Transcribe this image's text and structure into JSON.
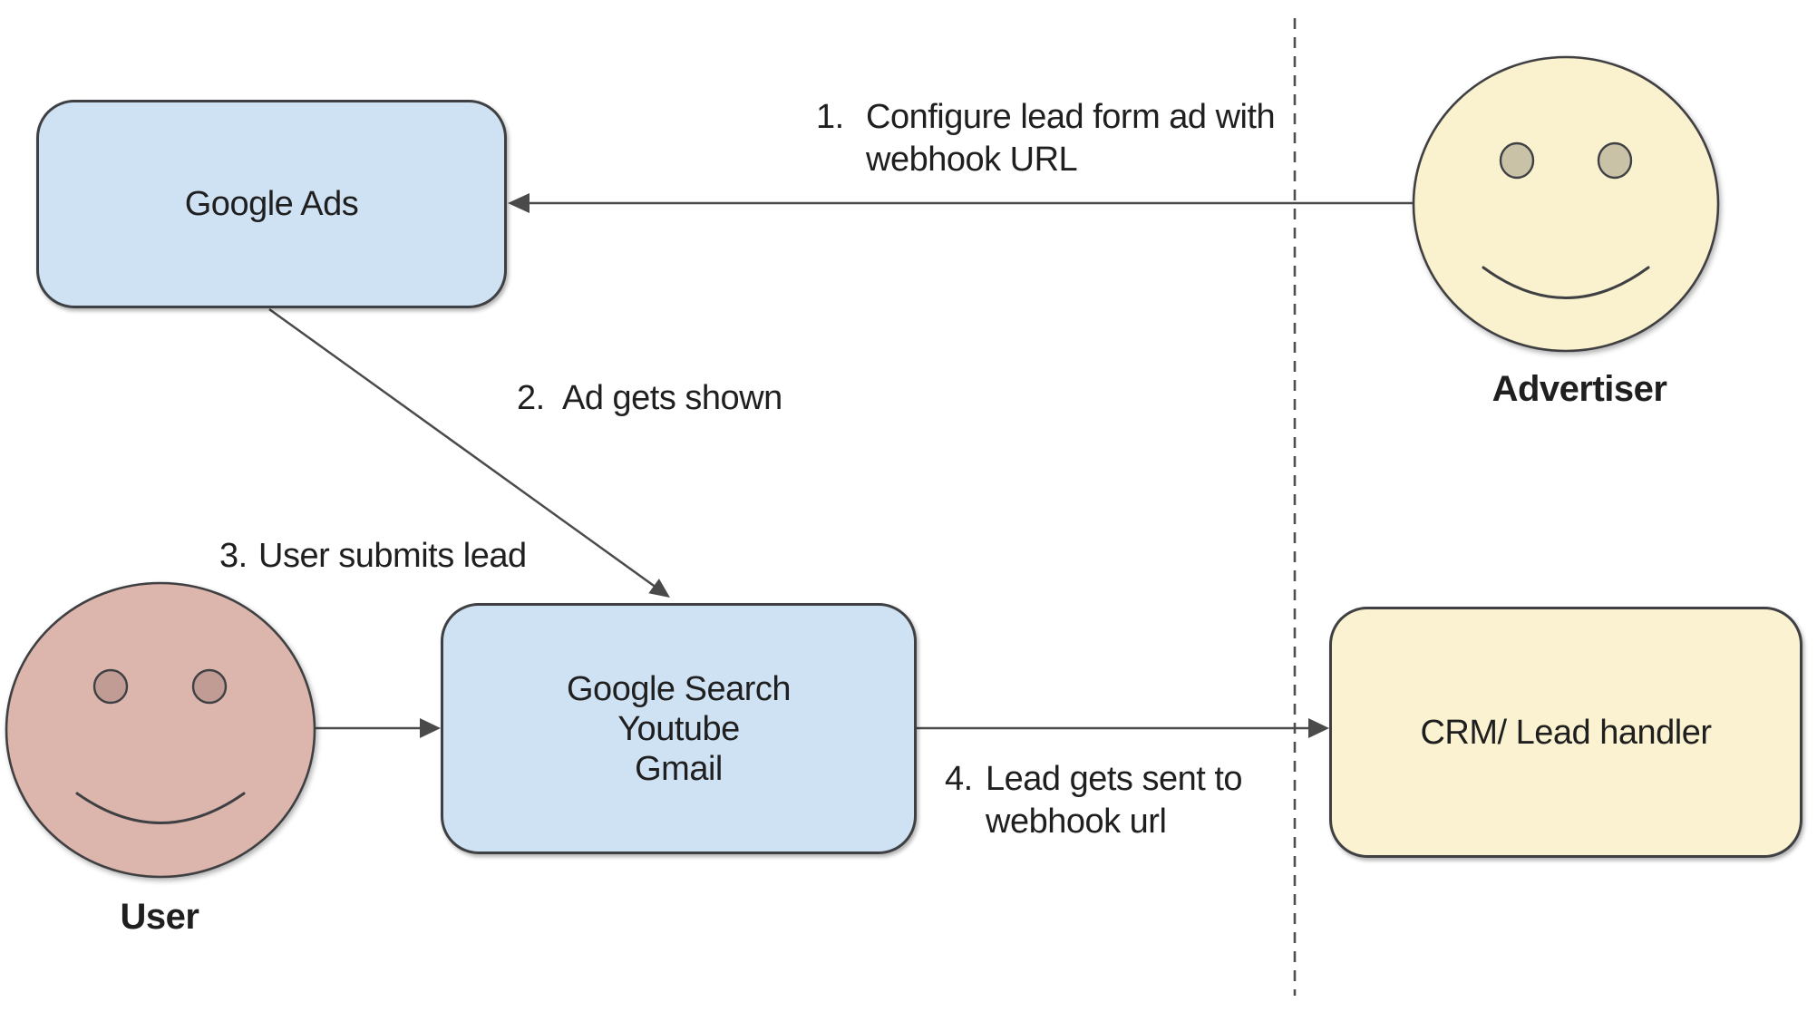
{
  "diagram": {
    "colors": {
      "background": "#ffffff",
      "node_blue_fill": "#cfe2f3",
      "node_yellow_fill": "#fbf2d1",
      "advertiser_face_fill": "#faf1cf",
      "advertiser_eye_fill": "#c9c2a7",
      "user_face_fill": "#dcb6ad",
      "user_eye_fill": "#c19c94",
      "stroke": "#3f4043",
      "text": "#1f1f1f"
    },
    "nodes": {
      "google_ads": {
        "label": "Google Ads"
      },
      "google_surfaces": {
        "lines": [
          "Google Search",
          "Youtube",
          "Gmail"
        ]
      },
      "crm": {
        "label": "CRM/ Lead handler"
      }
    },
    "actors": {
      "advertiser": {
        "label": "Advertiser"
      },
      "user": {
        "label": "User"
      }
    },
    "steps": [
      {
        "number": "1.",
        "text": "Configure lead form ad with webhook URL"
      },
      {
        "number": "2.",
        "text": "Ad gets shown"
      },
      {
        "number": "3.",
        "text": "User submits lead"
      },
      {
        "number": "4.",
        "text": "Lead gets sent to webhook url"
      }
    ]
  }
}
